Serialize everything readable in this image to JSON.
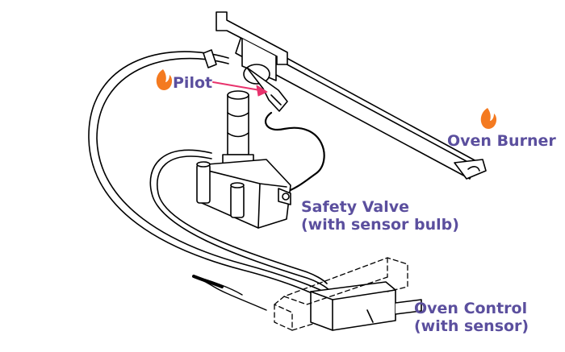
{
  "labels": {
    "pilot": "Pilot",
    "oven_burner": "Oven Burner",
    "safety_valve": [
      "Safety Valve",
      "(with sensor bulb)"
    ],
    "oven_control": [
      "Oven Control",
      "(with sensor)"
    ]
  },
  "icons": {
    "pilot_flame": "flame-icon",
    "burner_flame": "flame-icon"
  },
  "colors": {
    "label": "#5b4f9e",
    "flame": "#f47a20",
    "pointer": "#e8336d",
    "line": "#000000"
  }
}
